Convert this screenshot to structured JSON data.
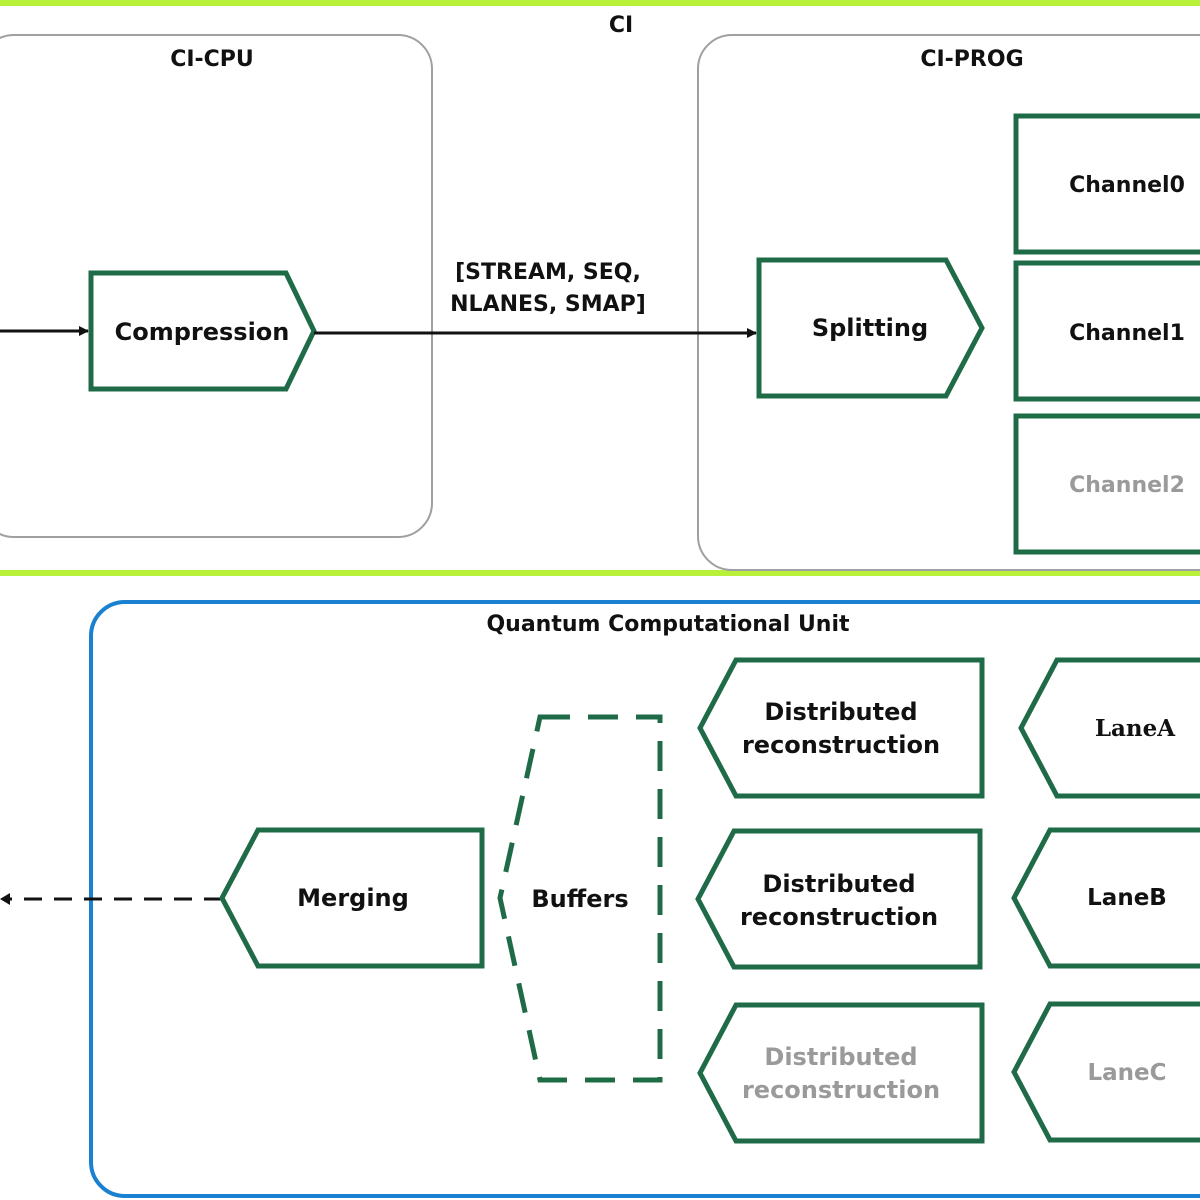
{
  "colors": {
    "divider": "#b9f13a",
    "green": "#1f6b48",
    "grey_border": "#a0a0a0",
    "blue": "#1a80d0",
    "faded_text": "#9a9a9a"
  },
  "ci": {
    "title": "CI",
    "cpu": {
      "title": "CI-CPU",
      "compression": "Compression"
    },
    "edge_label": {
      "line1": "[STREAM, SEQ,",
      "line2": "NLANES, SMAP]"
    },
    "prog": {
      "title": "CI-PROG",
      "splitting": "Splitting",
      "channels": [
        "Channel0",
        "Channel1",
        "Channel2"
      ]
    }
  },
  "qcu": {
    "title": "Quantum Computational Unit",
    "merging": "Merging",
    "buffers": "Buffers",
    "reconstruction": [
      {
        "line1": "Distributed",
        "line2": "reconstruction"
      },
      {
        "line1": "Distributed",
        "line2": "reconstruction"
      },
      {
        "line1": "Distributed",
        "line2": "reconstruction"
      }
    ],
    "lanes": [
      "LaneA",
      "LaneB",
      "LaneC"
    ]
  }
}
